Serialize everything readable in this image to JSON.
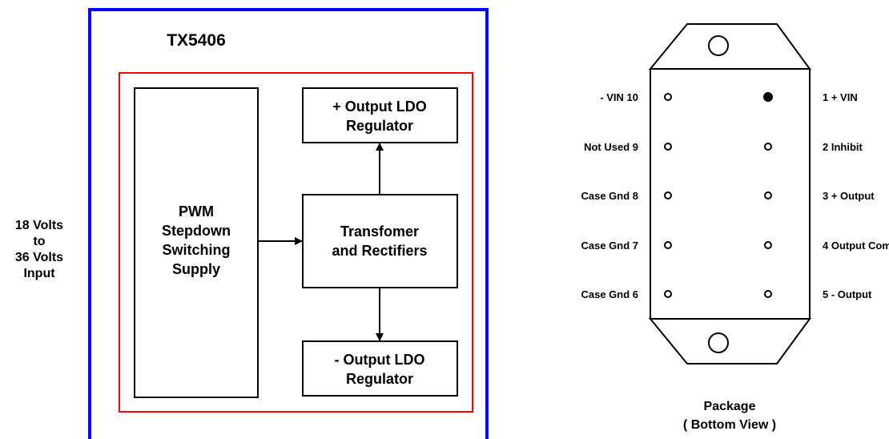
{
  "block_diagram": {
    "part_number": "TX5406",
    "input_label": [
      "18 Volts",
      "to",
      "36 Volts",
      "Input"
    ],
    "pwm_block": [
      "PWM",
      "Stepdown",
      "Switching",
      "Supply"
    ],
    "transformer_block": [
      "Transfomer",
      "and Rectifiers"
    ],
    "pos_ldo_block": [
      "+ Output LDO",
      "Regulator"
    ],
    "neg_ldo_block": [
      "- Output LDO",
      "Regulator"
    ]
  },
  "package": {
    "caption": [
      "Package",
      "( Bottom View )"
    ],
    "left_pins": [
      "- VIN 10",
      "Not Used 9",
      "Case Gnd 8",
      "Case Gnd 7",
      "Case Gnd 6"
    ],
    "right_pins": [
      "1 + VIN",
      "2 Inhibit",
      "3 + Output",
      "4 Output Com",
      "5 - Output"
    ]
  },
  "colors": {
    "outer_frame": "#0000ff",
    "inner_frame": "#ff0000",
    "line": "#000000"
  }
}
